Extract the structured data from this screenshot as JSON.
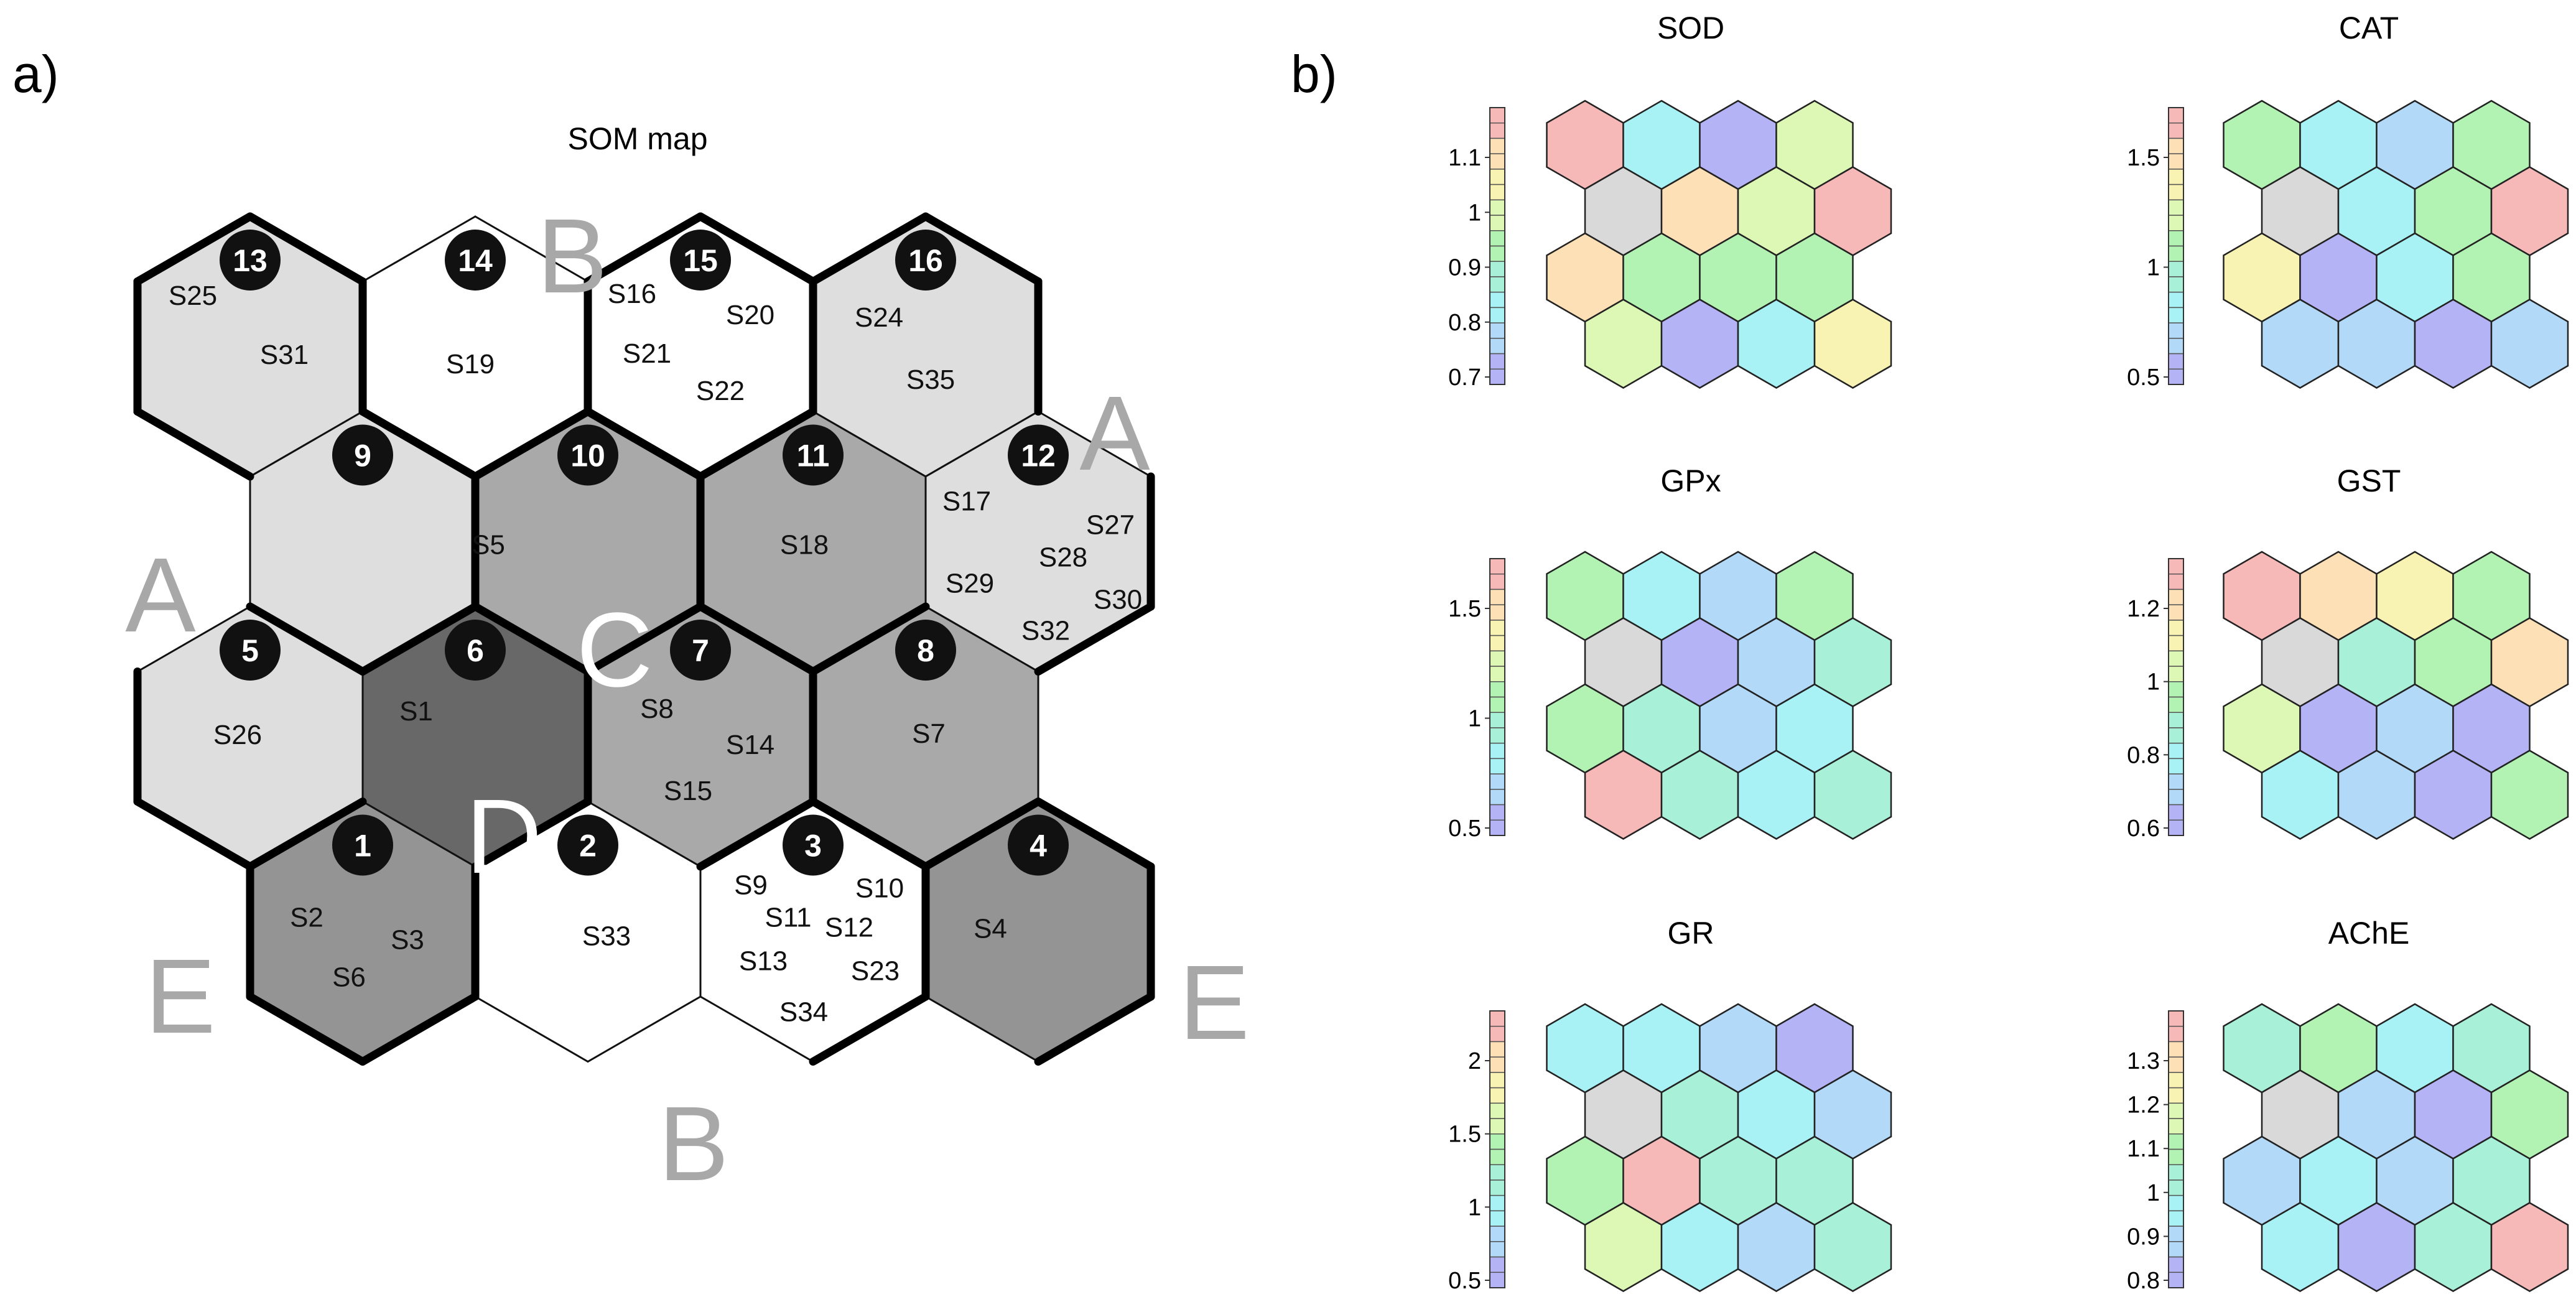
{
  "panel_a": {
    "label": "a)",
    "title": "SOM map",
    "cells": [
      {
        "num": "13",
        "shade": "light",
        "samples": [
          "S25",
          "S31"
        ]
      },
      {
        "num": "14",
        "shade": "white",
        "samples": [
          "S19"
        ]
      },
      {
        "num": "15",
        "shade": "white",
        "samples": [
          "S16",
          "S20",
          "S21",
          "S22"
        ]
      },
      {
        "num": "16",
        "shade": "light",
        "samples": [
          "S24",
          "S35"
        ]
      },
      {
        "num": "9",
        "shade": "light",
        "samples": []
      },
      {
        "num": "10",
        "shade": "mid",
        "samples": [
          "S5"
        ]
      },
      {
        "num": "11",
        "shade": "mid",
        "samples": [
          "S18"
        ]
      },
      {
        "num": "12",
        "shade": "light",
        "samples": [
          "S17",
          "S27",
          "S28",
          "S29",
          "S30",
          "S32"
        ]
      },
      {
        "num": "5",
        "shade": "light",
        "samples": [
          "S26"
        ]
      },
      {
        "num": "6",
        "shade": "darkest",
        "samples": [
          "S1"
        ]
      },
      {
        "num": "7",
        "shade": "mid",
        "samples": [
          "S8",
          "S14",
          "S15"
        ]
      },
      {
        "num": "8",
        "shade": "mid",
        "samples": [
          "S7"
        ]
      },
      {
        "num": "1",
        "shade": "dark",
        "samples": [
          "S2",
          "S3",
          "S6"
        ]
      },
      {
        "num": "2",
        "shade": "white",
        "samples": [
          "S33"
        ]
      },
      {
        "num": "3",
        "shade": "white",
        "samples": [
          "S9",
          "S10",
          "S11",
          "S12",
          "S13",
          "S23",
          "S34"
        ]
      },
      {
        "num": "4",
        "shade": "dark",
        "samples": [
          "S4"
        ]
      }
    ],
    "cluster_labels": [
      "B",
      "A",
      "A",
      "C",
      "D",
      "E",
      "E",
      "B"
    ],
    "shade_colors": {
      "white": "#ffffff",
      "light": "#dedede",
      "mid": "#a9a9a9",
      "dark": "#949494",
      "darkest": "#686868"
    }
  },
  "panel_b": {
    "label": "b)",
    "palette": [
      "#b3b3f5",
      "#b3d9f8",
      "#a8f2f5",
      "#a8f0d8",
      "#b2f2b2",
      "#ddf8b5",
      "#f8f3b3",
      "#fde0b5",
      "#f7b8b8"
    ],
    "empty_color": "#d9d9d9",
    "heatmaps": [
      {
        "title": "SOD",
        "ticks": [
          "1.1",
          "1",
          "0.9",
          "0.8",
          "0.7"
        ],
        "cells": [
          8,
          2,
          0,
          5,
          -1,
          7,
          5,
          8,
          7,
          4,
          4,
          4,
          5,
          0,
          2,
          6
        ]
      },
      {
        "title": "CAT",
        "ticks": [
          "1.5",
          "1",
          "0.5"
        ],
        "cells": [
          4,
          2,
          1,
          4,
          -1,
          2,
          4,
          8,
          6,
          0,
          2,
          4,
          1,
          1,
          0,
          1
        ]
      },
      {
        "title": "GPx",
        "ticks": [
          "1.5",
          "1",
          "0.5"
        ],
        "cells": [
          4,
          2,
          1,
          4,
          -1,
          0,
          1,
          3,
          4,
          3,
          1,
          2,
          8,
          3,
          2,
          3
        ]
      },
      {
        "title": "GST",
        "ticks": [
          "1.2",
          "1",
          "0.8",
          "0.6"
        ],
        "cells": [
          8,
          7,
          6,
          4,
          -1,
          3,
          4,
          7,
          5,
          0,
          1,
          0,
          2,
          1,
          0,
          4
        ]
      },
      {
        "title": "GR",
        "ticks": [
          "2",
          "1.5",
          "1",
          "0.5"
        ],
        "cells": [
          2,
          2,
          1,
          0,
          -1,
          3,
          2,
          1,
          4,
          8,
          3,
          3,
          5,
          2,
          1,
          3
        ]
      },
      {
        "title": "AChE",
        "ticks": [
          "1.3",
          "1.2",
          "1.1",
          "1",
          "0.9",
          "0.8"
        ],
        "cells": [
          3,
          4,
          2,
          3,
          -1,
          1,
          0,
          4,
          1,
          2,
          1,
          3,
          2,
          0,
          3,
          8
        ]
      }
    ]
  }
}
